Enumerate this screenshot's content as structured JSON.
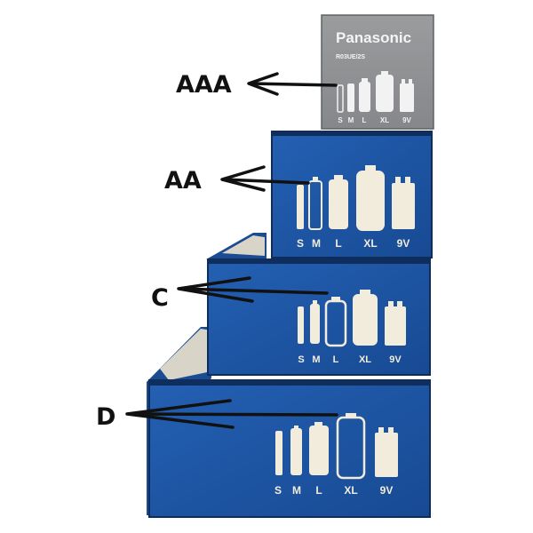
{
  "labels": {
    "aaa": "AAA",
    "aa": "AA",
    "c": "C",
    "d": "D"
  },
  "top_box": {
    "brand": "Panasonic",
    "model_code": "R03UE/2S"
  },
  "size_labels": {
    "s": "S",
    "m": "M",
    "l": "L",
    "xl": "XL",
    "nine_v": "9V"
  },
  "colors": {
    "box_blue": "#1f56a6",
    "box_blue_dark": "#163f82",
    "box_gray": "#8e9092",
    "icon_cream": "#f2ecdd",
    "arrow": "#111111"
  },
  "highlighted_battery": {
    "aaa_box": "S",
    "aa_box": "M",
    "c_box": "L",
    "d_box": "XL"
  }
}
